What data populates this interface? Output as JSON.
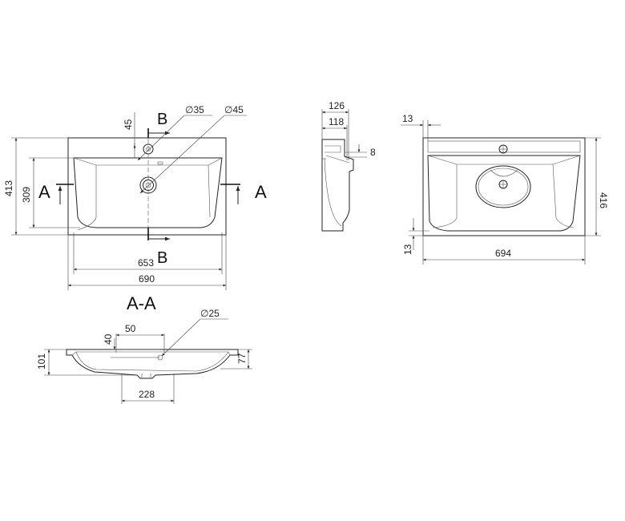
{
  "top_view": {
    "dim_width_outer": "690",
    "dim_width_inner": "653",
    "dim_height_outer": "413",
    "dim_height_inner": "309",
    "dim_hole_offset": "45",
    "dia_tap_hole": "∅35",
    "dia_drain": "∅45",
    "section_a_left": "A",
    "section_a_right": "A",
    "section_b_top": "B",
    "section_b_bottom": "B"
  },
  "section_view": {
    "title": "A-A",
    "dim_50": "50",
    "dim_40": "40",
    "dia_overflow": "∅25",
    "dim_101": "101",
    "dim_77": "77",
    "dim_228": "228"
  },
  "side_view": {
    "dim_126": "126",
    "dim_118": "118",
    "dim_8": "8"
  },
  "right_view": {
    "dim_13_top": "13",
    "dim_13_bottom": "13",
    "dim_416": "416",
    "dim_694": "694"
  }
}
